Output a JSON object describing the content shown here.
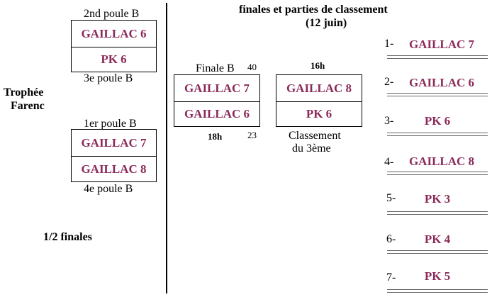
{
  "header": {
    "title": "finales et parties de classement",
    "date": "(12 juin)"
  },
  "left": {
    "trophy_line1": "Trophée",
    "trophy_line2": "Farenc",
    "half_finals": "1/2 finales",
    "match1": {
      "top_caption": "2nd poule B",
      "team1": "GAILLAC 6",
      "team2": "PK 6",
      "bottom_caption": "3e poule B"
    },
    "match2": {
      "top_caption": "1er poule B",
      "team1": "GAILLAC 7",
      "team2": "GAILLAC 8",
      "bottom_caption": "4e poule B"
    }
  },
  "final": {
    "caption": "Finale B",
    "score_top": "40",
    "team1": "GAILLAC 7",
    "team2": "GAILLAC 6",
    "time": "18h",
    "score_bottom": "23"
  },
  "third_place": {
    "time": "16h",
    "team1": "GAILLAC 8",
    "team2": "PK 6",
    "caption_line1": "Classement",
    "caption_line2": "du 3ème"
  },
  "ranking": [
    {
      "rank": "1-",
      "team": "GAILLAC 7"
    },
    {
      "rank": "2-",
      "team": "GAILLAC 6"
    },
    {
      "rank": "3-",
      "team": "PK 6"
    },
    {
      "rank": "4-",
      "team": "GAILLAC 8"
    },
    {
      "rank": "5-",
      "team": "PK 3"
    },
    {
      "rank": "6-",
      "team": "PK 4"
    },
    {
      "rank": "7-",
      "team": "PK 5"
    }
  ],
  "colors": {
    "team_text": "#8b2a5a"
  }
}
